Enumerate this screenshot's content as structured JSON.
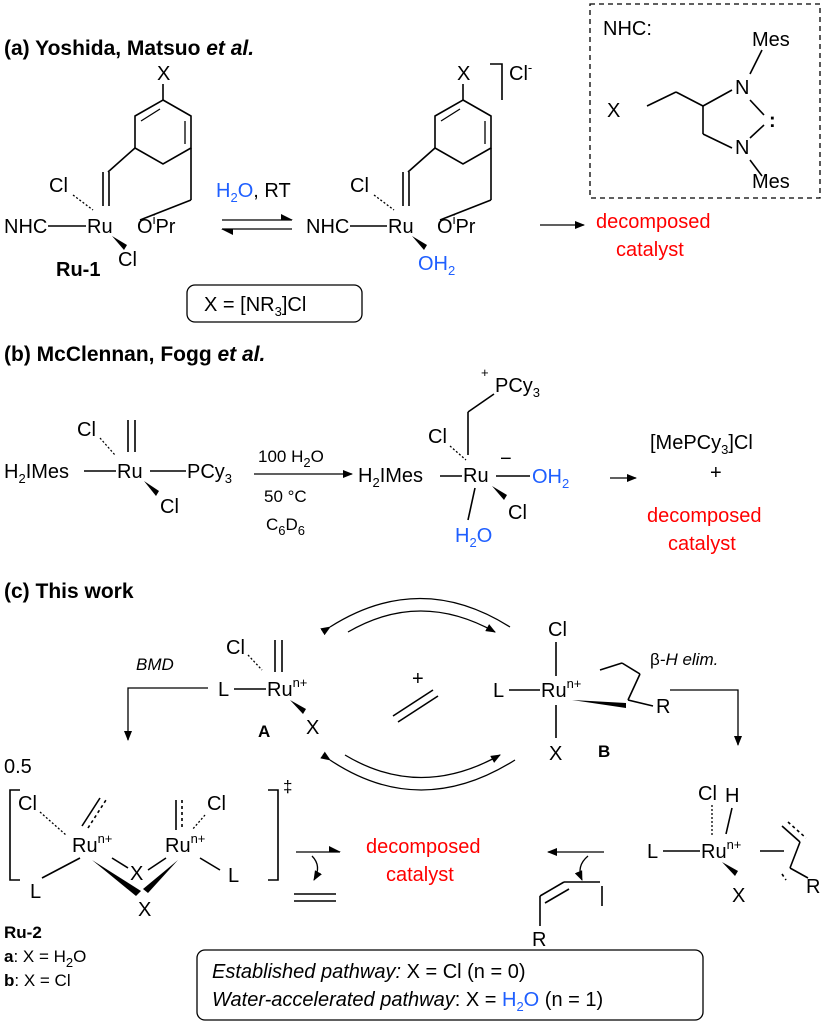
{
  "a": {
    "header_prefix": "(a) Yoshida, Matsuo ",
    "header_etal": "et al.",
    "x": "X",
    "cl": "Cl",
    "cl_minus": "Cl",
    "minus_sup": "-",
    "nhc": "NHC",
    "ru": "Ru",
    "oipr_o": "O",
    "oipr_i": "i",
    "oipr_pr": "Pr",
    "ru1": "Ru-1",
    "reagent_h2o": "H",
    "reagent_2": "2",
    "reagent_o": "O",
    "reagent_rt": ", RT",
    "oh2_o": "OH",
    "oh2_2": "2",
    "xdef": "X = [NR",
    "xdef_3": "3",
    "xdef_end": "]Cl",
    "decomp1": "decomposed",
    "decomp2": "catalyst",
    "box_label": "NHC:",
    "mes": "Mes",
    "n": "N",
    "colon": ":"
  },
  "b": {
    "header_prefix": "(b) McClennan, Fogg ",
    "header_etal": "et al.",
    "cl": "Cl",
    "h2imes_h": "H",
    "h2imes_2": "2",
    "h2imes_rest": "IMes",
    "ru": "Ru",
    "pcy": "PCy",
    "pcy_3": "3",
    "cond1": "100 H",
    "cond1_2": "2",
    "cond1_o": "O",
    "cond2": "50 °C",
    "cond3_c": "C",
    "cond3_6a": "6",
    "cond3_d": "D",
    "cond3_6b": "6",
    "plus_charge": "+",
    "minus_charge": "−",
    "oh2_o": "OH",
    "oh2_2": "2",
    "h2o_h": "H",
    "h2o_2": "2",
    "h2o_o": "O",
    "prod1": "[MePCy",
    "prod1_3": "3",
    "prod1_end": "]Cl",
    "plus": "+",
    "decomp1": "decomposed",
    "decomp2": "catalyst"
  },
  "c": {
    "header": "(c) This work",
    "bmd": "BMD",
    "beta": "β",
    "beta_rest": "-H elim.",
    "cl": "Cl",
    "l": "L",
    "ru": "Ru",
    "n_plus": "n+",
    "x": "X",
    "label_a": "A",
    "label_b": "B",
    "r": "R",
    "h": "H",
    "plus": "+",
    "half": "0.5",
    "dagger": "‡",
    "ru2": "Ru-2",
    "ru2a_letter": "a",
    "ru2a_text": ": X = H",
    "ru2a_2": "2",
    "ru2a_o": "O",
    "ru2b_letter": "b",
    "ru2b_text": ": X = Cl",
    "decomp1": "decomposed",
    "decomp2": "catalyst",
    "legend_line1_italic": "Established pathway:",
    "legend_line1_rest": " X = Cl (n = 0)",
    "legend_line2_italic": "Water-accelerated pathway",
    "legend_line2_rest": ": X = ",
    "legend_line2_h": "H",
    "legend_line2_2": "2",
    "legend_line2_o": "O",
    "legend_line2_end": " (n = 1)"
  },
  "colors": {
    "red": "#ff0000",
    "blue": "#1f5fff"
  }
}
